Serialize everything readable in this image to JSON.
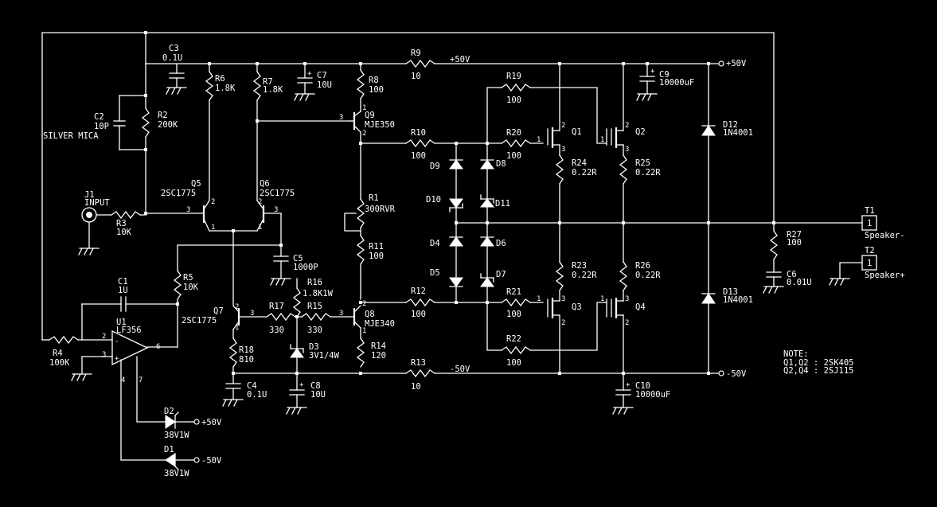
{
  "labels": {
    "c3_ref": "C3",
    "c3_val": "0.1U",
    "r6_ref": "R6",
    "r6_val": "1.8K",
    "r7_ref": "R7",
    "r7_val": "1.8K",
    "c7_ref": "C7",
    "c7_val": "10U",
    "r8_ref": "R8",
    "r8_val": "100",
    "r9_ref": "R9",
    "r9_val": "10",
    "rail_pos": "+50V",
    "r19_ref": "R19",
    "r19_val": "100",
    "c9_ref": "C9",
    "c9_val": "10000uF",
    "out_pos": "+50V",
    "c2_ref": "C2",
    "c2_val": "10P",
    "c2_type": "SILVER MICA",
    "r2_ref": "R2",
    "r2_val": "200K",
    "q9_ref": "Q9",
    "q9_val": "MJE350",
    "r10_ref": "R10",
    "r10_val": "100",
    "r20_ref": "R20",
    "r20_val": "100",
    "q1_ref": "Q1",
    "q2_ref": "Q2",
    "d12_ref": "D12",
    "d12_val": "1N4001",
    "d9_ref": "D9",
    "d8_ref": "D8",
    "r24_ref": "R24",
    "r24_val": "0.22R",
    "r25_ref": "R25",
    "r25_val": "0.22R",
    "q5_ref": "Q5",
    "q5_val": "2SC1775",
    "q6_ref": "Q6",
    "q6_val": "2SC1775",
    "r1_ref": "R1",
    "r1_val": "300RVR",
    "d10_ref": "D10",
    "d11_ref": "D11",
    "j1_ref": "J1",
    "j1_val": "INPUT",
    "r3_ref": "R3",
    "r3_val": "10K",
    "t1_ref": "T1",
    "t1_pin": "1",
    "t1_val": "Speaker-",
    "r27_ref": "R27",
    "r27_val": "100",
    "d4_ref": "D4",
    "d6_ref": "D6",
    "r11_ref": "R11",
    "r11_val": "100",
    "c5_ref": "C5",
    "c5_val": "1000P",
    "t2_ref": "T2",
    "t2_pin": "1",
    "t2_val": "Speaker+",
    "r5_ref": "R5",
    "r5_val": "10K",
    "d5_ref": "D5",
    "d7_ref": "D7",
    "r23_ref": "R23",
    "r23_val": "0.22R",
    "r26_ref": "R26",
    "r26_val": "0.22R",
    "c6_ref": "C6",
    "c6_val": "0.01U",
    "c1_ref": "C1",
    "c1_val": "1U",
    "r16_ref": "R16",
    "r16_val": "1.8K1W",
    "d13_ref": "D13",
    "d13_val": "1N4001",
    "u1_ref": "U1",
    "u1_val": "LF356",
    "q7_ref": "Q7",
    "q7_val": "2SC1775",
    "r17_ref": "R17",
    "r17_val": "330",
    "r15_ref": "R15",
    "r15_val": "330",
    "q8_ref": "Q8",
    "q8_val": "MJE340",
    "r12_ref": "R12",
    "r12_val": "100",
    "r21_ref": "R21",
    "r21_val": "100",
    "q3_ref": "Q3",
    "q4_ref": "Q4",
    "d3_ref": "D3",
    "d3_val": "3V1/4W",
    "r14_ref": "R14",
    "r14_val": "120",
    "r18_ref": "R18",
    "r18_val": "810",
    "r22_ref": "R22",
    "r22_val": "100",
    "r4_ref": "R4",
    "r4_val": "100K",
    "r13_ref": "R13",
    "r13_val": "10",
    "rail_neg": "-50V",
    "out_neg": "-50V",
    "c4_ref": "C4",
    "c4_val": "0.1U",
    "c8_ref": "C8",
    "c8_val": "10U",
    "c10_ref": "C10",
    "c10_val": "10000uF",
    "d2_ref": "D2",
    "d2_val": "38V1W",
    "d2_rail": "+50V",
    "d1_ref": "D1",
    "d1_val": "38V1W",
    "d1_rail": "-50V",
    "note_title": "NOTE:",
    "note_line1": "Q1,Q2 : 2SK405",
    "note_line2": "Q2,Q4 : 2SJ115"
  },
  "pins": {
    "p1": "1",
    "p2": "2",
    "p3": "3",
    "p4": "4",
    "p6": "6",
    "p7": "7",
    "plus": "+",
    "minus": "-"
  }
}
